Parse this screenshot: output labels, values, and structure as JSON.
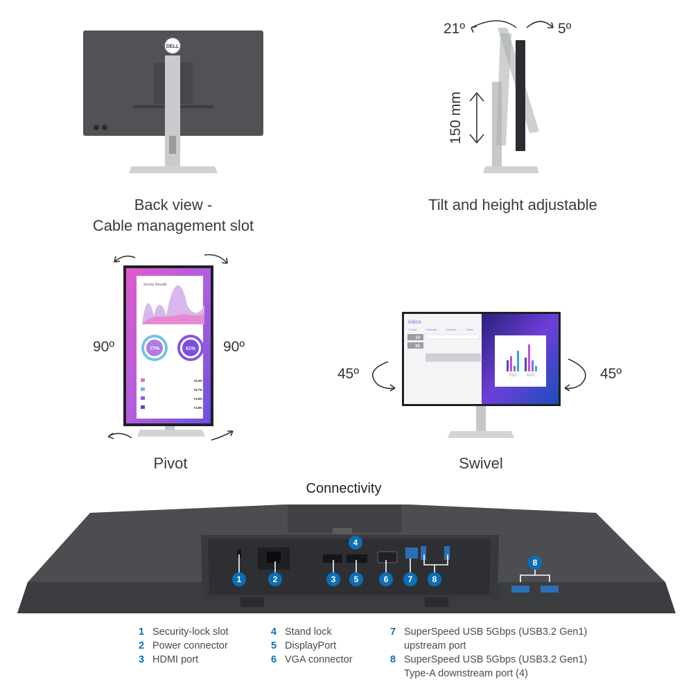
{
  "sections": {
    "back_view": {
      "caption_line1": "Back view -",
      "caption_line2": "Cable management slot",
      "logo": "DELL"
    },
    "tilt": {
      "caption": "Tilt and height adjustable",
      "tilt_back": "21º",
      "tilt_forward": "5º",
      "height_range": "150 mm"
    },
    "pivot": {
      "caption": "Pivot",
      "left_angle": "90º",
      "right_angle": "90º",
      "screen": {
        "title": "Survey Results",
        "gauge1": "77%",
        "gauge2": "61%",
        "values": [
          "+5.4%",
          "+6.7%",
          "+3.8%",
          "+3.8%"
        ]
      }
    },
    "swivel": {
      "caption": "Swivel",
      "left_angle": "45º",
      "right_angle": "45º",
      "screen": {
        "app": "inbox",
        "tabs": [
          "E-mail",
          "Calendar",
          "Contacts",
          "Tasks"
        ],
        "counts": [
          "14",
          "03"
        ],
        "years": [
          "2022",
          "2023"
        ]
      }
    }
  },
  "connectivity": {
    "title": "Connectivity",
    "callout_color": "#0b6fb8",
    "callouts": [
      "1",
      "2",
      "3",
      "4",
      "5",
      "6",
      "7",
      "8",
      "8"
    ],
    "legend": [
      {
        "num": "1",
        "label": "Security-lock slot"
      },
      {
        "num": "2",
        "label": "Power connector"
      },
      {
        "num": "3",
        "label": "HDMI port"
      },
      {
        "num": "4",
        "label": "Stand lock"
      },
      {
        "num": "5",
        "label": "DisplayPort"
      },
      {
        "num": "6",
        "label": "VGA connector"
      },
      {
        "num": "7",
        "label": "SuperSpeed USB 5Gbps (USB3.2 Gen1)",
        "label2": "upstream port"
      },
      {
        "num": "8",
        "label": "SuperSpeed USB 5Gbps (USB3.2 Gen1)",
        "label2": "Type-A downstream port (4)"
      }
    ]
  }
}
